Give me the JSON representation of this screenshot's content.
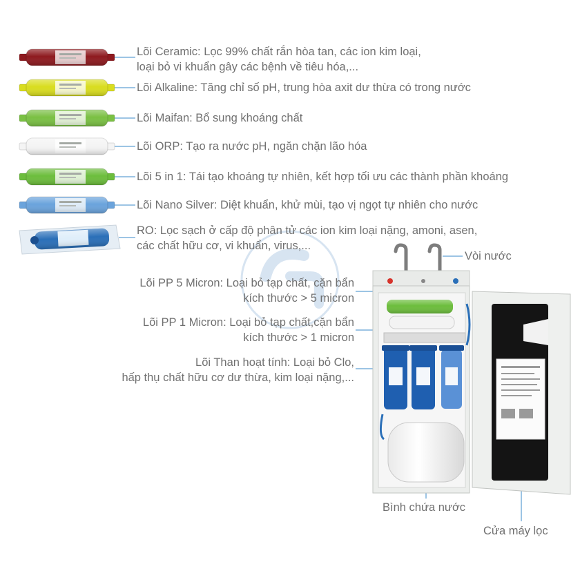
{
  "filters": [
    {
      "lines": [
        "Lõi Ceramic:  Lọc 99% chất rắn hòa tan, các ion kim loại,",
        "loại bỏ vi khuẩn gây các bệnh về tiêu hóa,..."
      ],
      "color": "#8e1a1f"
    },
    {
      "lines": [
        "Lõi Alkaline: Tăng chỉ số pH, trung hòa axit dư thừa có trong nước"
      ],
      "color": "#d9dd1f"
    },
    {
      "lines": [
        "Lõi Maifan: Bổ sung khoáng chất"
      ],
      "color": "#7ac043"
    },
    {
      "lines": [
        "Lõi ORP: Tạo ra nước pH, ngăn chặn lão hóa"
      ],
      "color": "#f4f4f4"
    },
    {
      "lines": [
        "Lõi 5 in 1: Tái tạo khoáng tự nhiên, kết hợp tối ưu các thành phần khoáng"
      ],
      "color": "#6cbd3c"
    },
    {
      "lines": [
        "Lõi Nano Silver: Diệt khuẩn, khử mùi, tạo vị ngọt tự nhiên cho nước"
      ],
      "color": "#6aa3dc"
    },
    {
      "lines": [
        "RO: Lọc sạch ở cấp độ phân tử các ion kim loại nặng, amoni, asen,",
        "các chất hữu cơ, vi khuẩn, virus,..."
      ],
      "color": "#2a6fb8"
    }
  ],
  "machine_labels": {
    "faucet": "Vòi nước",
    "pp5": [
      "Lõi PP 5 Micron: Loại bỏ tạp chất, cặn bẩn",
      "kích thước > 5 micron"
    ],
    "pp1": [
      "Lõi PP 1 Micron: Loại bỏ tạp chất,cặn bẩn",
      "kích thước > 1 micron"
    ],
    "carbon": [
      "Lõi Than hoạt tính: Loại bỏ Clo,",
      "hấp thụ chất hữu cơ dư thừa, kim loại nặng,..."
    ],
    "tank": "Bình chứa nước",
    "door": "Cửa máy lọc"
  },
  "colors": {
    "leader_line": "#3a88c8",
    "label_text": "#707070",
    "housing_blue": "#1f5fb0",
    "cabinet": "#eceeec",
    "door_panel": "#141414"
  }
}
